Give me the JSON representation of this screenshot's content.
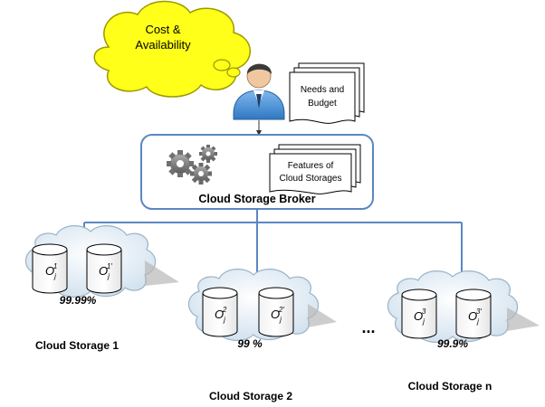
{
  "thought_bubble": {
    "line1": "Cost &",
    "line2": "Availability"
  },
  "needs_doc": {
    "line1": "Needs and",
    "line2": "Budget"
  },
  "features_doc": {
    "line1": "Features of",
    "line2": "Cloud Storages"
  },
  "broker": {
    "title": "Cloud Storage Broker"
  },
  "storages": [
    {
      "name": "Cloud Storage 1",
      "availability": "99.99%",
      "obj_a_sup": "1",
      "obj_b_sup": "1′"
    },
    {
      "name": "Cloud Storage 2",
      "availability": "99 %",
      "obj_a_sup": "2",
      "obj_b_sup": "2′"
    },
    {
      "name": "Cloud Storage n",
      "availability": "99.9%",
      "obj_a_sup": "3",
      "obj_b_sup": "3′"
    }
  ],
  "object_label": {
    "base": "O",
    "sub": "j"
  },
  "ellipsis": "...",
  "colors": {
    "bubble_fill": "#ffff1a",
    "bubble_stroke": "#9a9a00",
    "broker_border": "#5b87c2",
    "connector": "#5b87c2",
    "cloud_fill": "#dceaf4",
    "cloud_stroke": "#9ab3c6"
  }
}
